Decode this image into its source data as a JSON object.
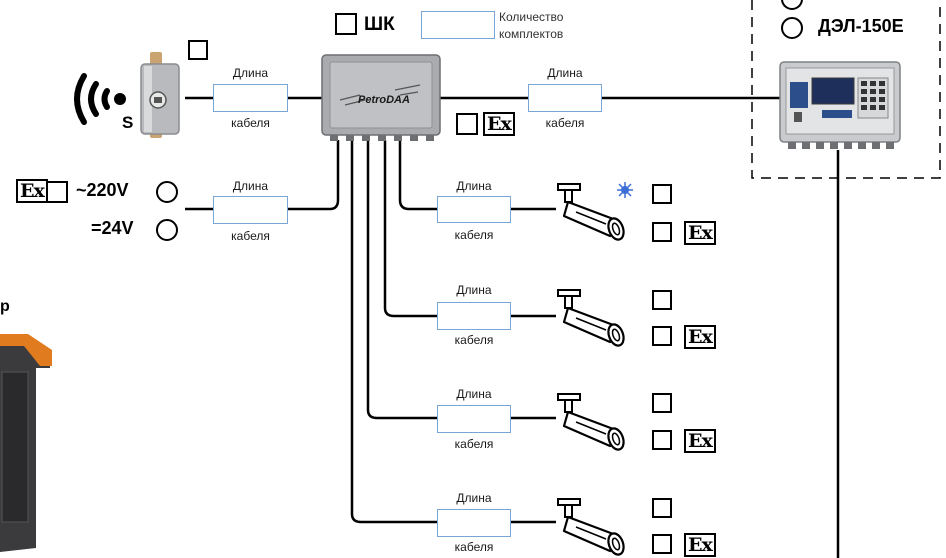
{
  "cable": {
    "top": "Длина",
    "bottom": "кабеля"
  },
  "shk": {
    "label": "ШК"
  },
  "kit": {
    "line1": "Количество",
    "line2": "комплектов"
  },
  "power": {
    "v220": "~220V",
    "v24": "=24V"
  },
  "controller": {
    "label": "ДЭЛ-150Е"
  },
  "ex_mark": "Ex",
  "sensor_label": "S",
  "left_partial_text": "р",
  "brand_text": "PetroDAA",
  "colors": {
    "accent_orange": "#e07b20",
    "field_border": "#7aa6d6",
    "panel_blue": "#2c4f8c"
  }
}
